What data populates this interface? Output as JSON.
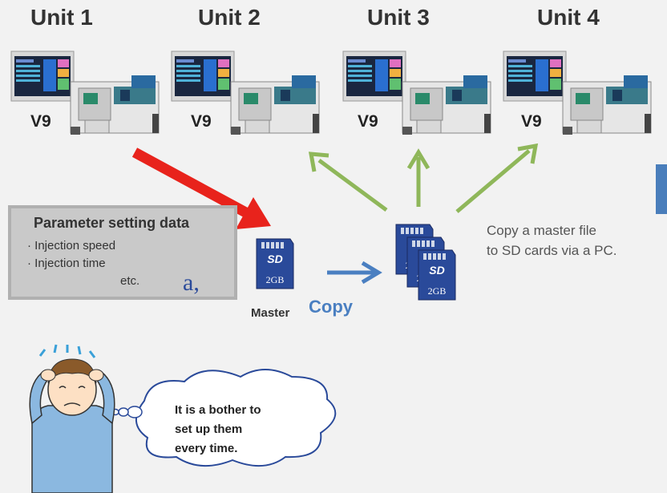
{
  "units": [
    {
      "title": "Unit 1",
      "badge": "V9"
    },
    {
      "title": "Unit 2",
      "badge": "V9"
    },
    {
      "title": "Unit 3",
      "badge": "V9"
    },
    {
      "title": "Unit 4",
      "badge": "V9"
    }
  ],
  "parameter_box": {
    "title": "Parameter setting data",
    "items": [
      "· Injection speed",
      "· Injection time"
    ],
    "etc": "etc.",
    "file_icon_text": "a,"
  },
  "master_label": "Master",
  "copy_label": "Copy",
  "sd_card": {
    "capacity": "2GB"
  },
  "note_lines": [
    "Copy a master file",
    "to SD cards via a PC."
  ],
  "thought_lines": [
    "It is a bother to",
    "set up them",
    "every time."
  ],
  "colors": {
    "red_arrow": "#e8231c",
    "green_arrow": "#8fb75a",
    "blue_arrow": "#4a7fc1",
    "sd_blue": "#2a4a9a",
    "shirt": "#8bb8e0"
  }
}
